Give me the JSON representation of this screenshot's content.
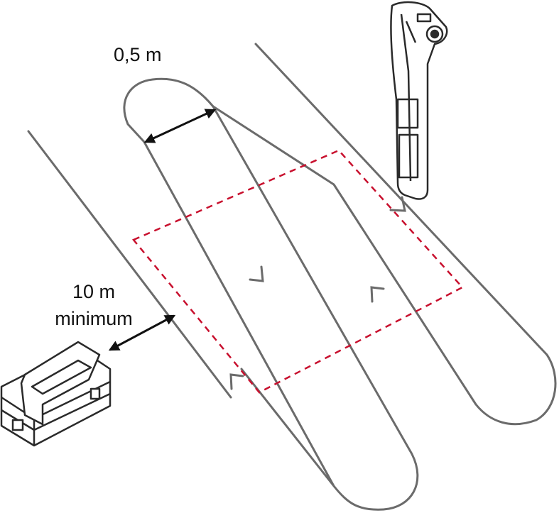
{
  "labels": {
    "line_spacing": "0,5 m",
    "transmitter_distance_value": "10 m",
    "transmitter_distance_qualifier": "minimum"
  },
  "colors": {
    "survey_path": "#6b6b6b",
    "search_area": "#c8102e",
    "dimension_arrow": "#111111",
    "equipment_outline": "#2a2a2a"
  },
  "icons": {
    "receiver": "cable-locator-receiver-icon",
    "transmitter": "signal-transmitter-icon"
  }
}
